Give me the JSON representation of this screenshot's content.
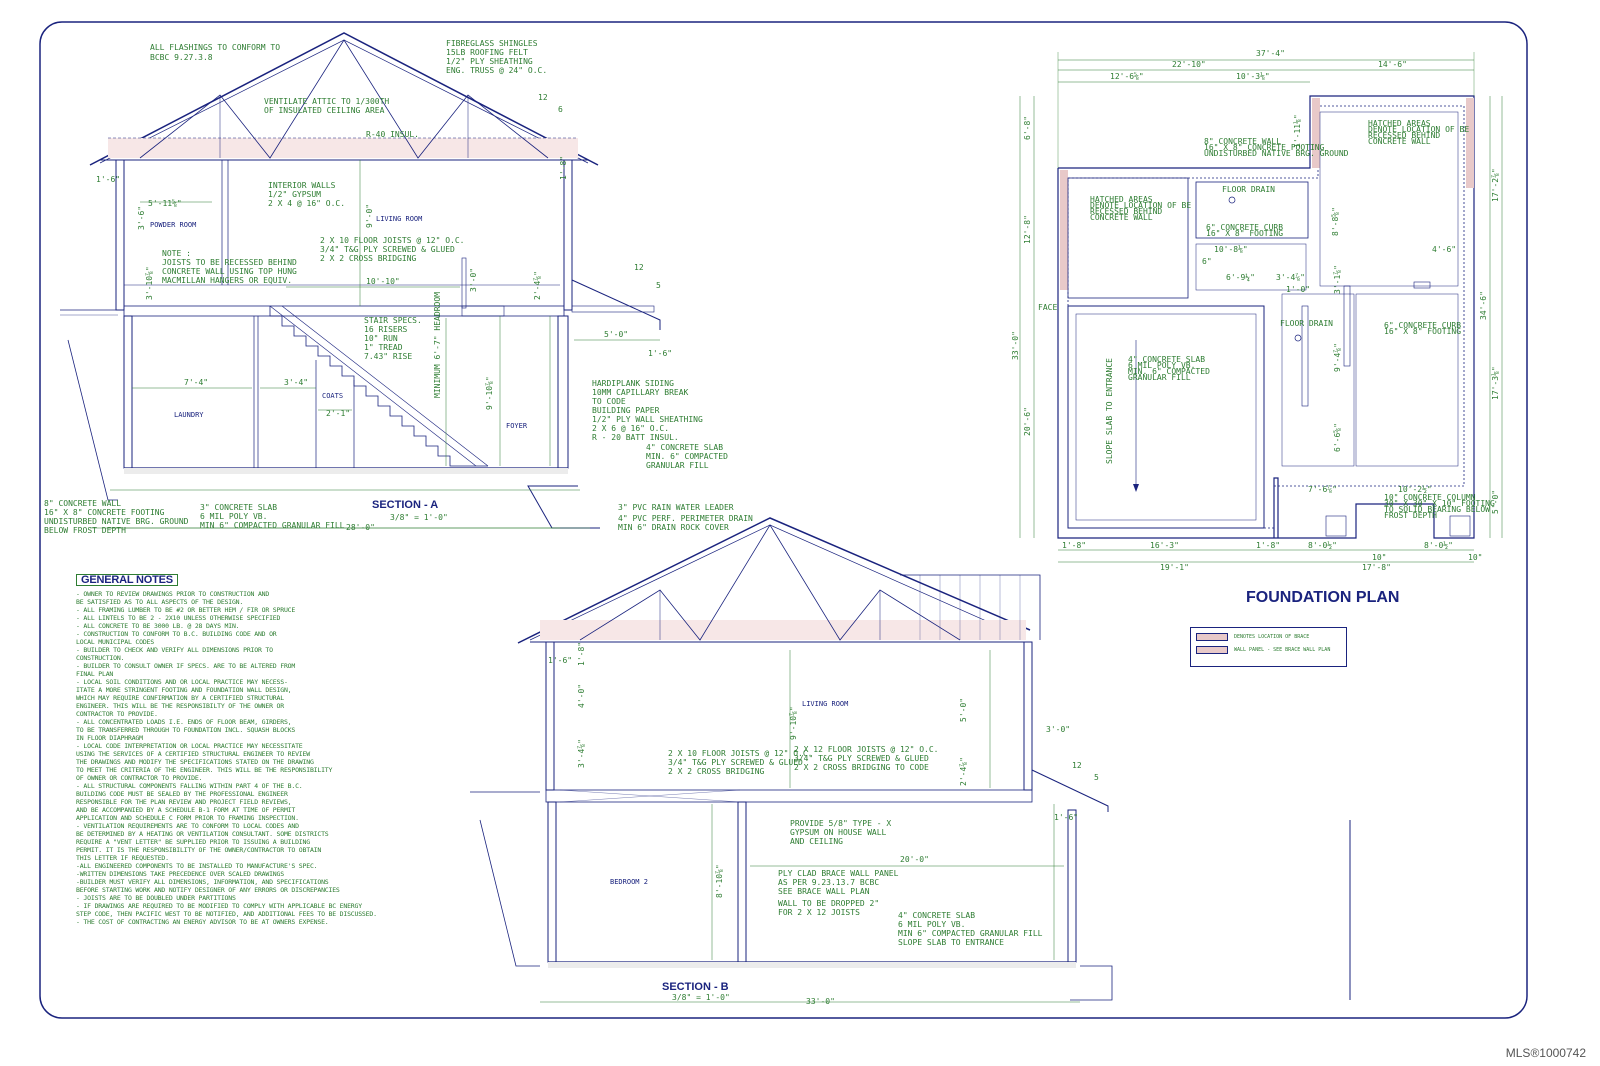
{
  "sheet_title": "FOUNDATION PLAN",
  "legend": {
    "items": [
      "DENOTES LOCATION OF BRACE",
      "WALL PANEL - SEE BRACE WALL PLAN"
    ]
  },
  "section_a": {
    "title": "SECTION - A",
    "scale": "3/8\" = 1'-0\"",
    "rooms": [
      "POWDER ROOM",
      "LIVING ROOM",
      "LAUNDRY",
      "COATS",
      "FOYER"
    ],
    "roof_note": [
      "FIBREGLASS SHINGLES",
      "15LB ROOFING FELT",
      "1/2\" PLY SHEATHING",
      "ENG. TRUSS @ 24\" O.C."
    ],
    "flashing_note": [
      "ALL FLASHINGS TO CONFORM TO",
      "BCBC 9.27.3.8"
    ],
    "attic_note": [
      "VENTILATE ATTIC TO 1/300TH",
      "OF INSULATED CEILING AREA"
    ],
    "insul": "R-40 INSUL.",
    "interior_walls": [
      "INTERIOR WALLS",
      "1/2\" GYPSUM",
      "2 X 4 @ 16\" O.C."
    ],
    "joist_note": [
      "NOTE :",
      "JOISTS TO BE RECESSED BEHIND",
      "CONCRETE WALL USING TOP HUNG",
      "MACMILLAN HANGERS OR EQUIV."
    ],
    "floor_joists": [
      "2 X 10 FLOOR JOISTS @ 12\" O.C.",
      "3/4\" T&G PLY SCREWED & GLUED",
      "2 X 2 CROSS BRIDGING"
    ],
    "stair": [
      "STAIR SPECS.",
      "16 RISERS",
      "10\" RUN",
      "1\" TREAD",
      "7.43\" RISE"
    ],
    "siding": [
      "HARDIPLANK SIDING",
      "10MM CAPILLARY BREAK",
      "TO CODE",
      "BUILDING PAPER",
      "1/2\" PLY WALL SHEATHING",
      "2 X 6 @ 16\" O.C.",
      "R - 20 BATT INSUL."
    ],
    "slab": [
      "4\" CONCRETE SLAB",
      "MIN. 6\" COMPACTED",
      "GRANULAR FILL"
    ],
    "wall": [
      "8\" CONCRETE WALL",
      "16\" X 8\" CONCRETE FOOTING",
      "UNDISTURBED NATIVE BRG. GROUND",
      "BELOW FROST DEPTH"
    ],
    "slab2": [
      "3\" CONCRETE SLAB",
      "6 MIL POLY VB.",
      "MIN 6\" COMPACTED GRANULAR FILL"
    ],
    "rwl": "3\" PVC RAIN WATER LEADER",
    "drain": [
      "4\" PVC PERF. PERIMETER DRAIN",
      "MIN 6\" DRAIN ROCK COVER"
    ],
    "headroom": "MINIMUM 6'-7\" HEADROOM",
    "dims": [
      "1'-6\"",
      "5'-11⅝\"",
      "3'-6\"",
      "9'-0\"",
      "10'-10\"",
      "7'-4\"",
      "3'-4\"",
      "2'-1\"",
      "3'-0\"",
      "5'-0\"",
      "1'-6\"",
      "9'-10⅞\"",
      "28'-0\"",
      "1'-8\"",
      "2'-4⅞\"",
      "3'-10⅞\""
    ]
  },
  "section_b": {
    "title": "SECTION - B",
    "scale": "3/8\" = 1'-0\"",
    "rooms": [
      "LIVING ROOM",
      "BEDROOM 2"
    ],
    "joists_left": [
      "2 X 10 FLOOR JOISTS @ 12\" O.C.",
      "3/4\" T&G PLY SCREWED & GLUED",
      "2 X 2 CROSS BRIDGING"
    ],
    "joists_right": [
      "2 X 12 FLOOR JOISTS @ 12\" O.C.",
      "3/4\" T&G PLY SCREWED & GLUED",
      "2 X 2 CROSS BRIDGING TO CODE"
    ],
    "gypsum": [
      "PROVIDE 5/8\" TYPE - X",
      "GYPSUM ON HOUSE WALL",
      "AND CEILING"
    ],
    "brace": [
      "PLY CLAD BRACE WALL PANEL",
      "AS PER 9.23.13.7 BCBC",
      "SEE BRACE WALL PLAN"
    ],
    "drop": [
      "WALL TO BE DROPPED 2\"",
      "FOR 2 X 12 JOISTS"
    ],
    "slab": [
      "4\" CONCRETE SLAB",
      "6 MIL POLY VB.",
      "MIN 6\" COMPACTED GRANULAR FILL",
      "SLOPE SLAB TO ENTRANCE"
    ],
    "dims": [
      "1'-6\"",
      "1'-8\"",
      "4'-0\"",
      "3'-4⅞\"",
      "9'-10⅞\"",
      "5'-0\"",
      "2'-4⅞\"",
      "3'-0\"",
      "1'-6\"",
      "20'-0\"",
      "8'-10⅞\"",
      "33'-0\""
    ]
  },
  "foundation": {
    "dims_top": [
      "37'-4\"",
      "22'-10\"",
      "14'-6\"",
      "12'-6⅝\"",
      "10'-3⅛\""
    ],
    "dims_bottom": [
      "1'-8\"",
      "16'-3\"",
      "1'-8\"",
      "8'-0½\"",
      "10\"",
      "8'-0½\"",
      "10\"",
      "19'-1\"",
      "17'-8\""
    ],
    "dims_left": [
      "6'-8\"",
      "12'-8\"",
      "33'-0\"",
      "20'-6\""
    ],
    "dims_right": [
      "17'-2⅞\"",
      "34'-6\"",
      "17'-3⅛\"",
      "5'-0\""
    ],
    "dims_inner": [
      "1'-11⅛\"",
      "10'-8⅛\"",
      "8'-8⅝\"",
      "4'-6\"",
      "3'-4⅞\"",
      "6\"",
      "6'-9¼\"",
      "3'-1⅞\"",
      "1'-0\"",
      "9'-4⅞\"",
      "6'-6⅝\"",
      "7'-6⅞\"",
      "10'-2½\""
    ],
    "notes": {
      "wall": [
        "8\" CONCRETE WALL",
        "16\" X 8\" CONCRETE FOOTING",
        "UNDISTURBED NATIVE BRG. GROUND"
      ],
      "hatched1": [
        "HATCHED AREAS",
        "DENOTE LOCATION OF BE",
        "RECESSED BEHIND",
        "CONCRETE WALL"
      ],
      "hatched2": [
        "HATCHED AREAS",
        "DENOTE LOCATION OF BE",
        "RECESSED BEHIND",
        "CONCRETE WALL"
      ],
      "curb1": [
        "6\" CONCRETE CURB",
        "16\" X 8\" FOOTING"
      ],
      "curb2": [
        "6\" CONCRETE CURB",
        "16\" X 8\" FOOTING"
      ],
      "drain1": "FLOOR DRAIN",
      "drain2": "FLOOR DRAIN",
      "slab": [
        "4\" CONCRETE SLAB",
        "6 MIL POLY VB.",
        "MIN. 6\" COMPACTED",
        "GRANULAR FILL"
      ],
      "slope": "SLOPE SLAB TO ENTRANCE",
      "column": [
        "10\" CONCRETE COLUMN",
        "30\" X 30\" X 10\" FOOTING",
        "TO SOLID BEARING BELOW",
        "FROST DEPTH"
      ],
      "face": "FACE"
    }
  },
  "general_notes": {
    "title": "GENERAL NOTES",
    "lines": [
      "- OWNER TO REVIEW DRAWINGS PRIOR TO CONSTRUCTION AND",
      "  BE SATISFIED AS TO ALL ASPECTS OF THE DESIGN.",
      "- ALL FRAMING LUMBER TO BE #2 OR BETTER HEM / FIR OR SPRUCE",
      "- ALL LINTELS TO BE 2 - 2X10 UNLESS OTHERWISE SPECIFIED",
      "- ALL CONCRETE TO BE 3000 LB. @ 28 DAYS MIN.",
      "- CONSTRUCTION TO CONFORM TO B.C. BUILDING CODE AND OR",
      "  LOCAL MUNICIPAL CODES",
      "- BUILDER TO CHECK AND VERIFY ALL DIMENSIONS PRIOR TO",
      "  CONSTRUCTION.",
      "- BUILDER TO CONSULT OWNER IF SPECS. ARE TO BE ALTERED FROM",
      "  FINAL PLAN",
      "- LOCAL SOIL CONDITIONS AND OR LOCAL PRACTICE MAY NECESS-",
      "  ITATE A MORE STRINGENT FOOTING AND FOUNDATION WALL DESIGN,",
      "  WHICH MAY REQUIRE CONFIRMATION BY A CERTIFIED STRUCTURAL",
      "  ENGINEER. THIS WILL BE THE RESPONSIBILTY OF THE OWNER OR",
      "  CONTRACTOR TO PROVIDE.",
      "- ALL CONCENTRATED LOADS I.E. ENDS OF FLOOR BEAM, GIRDERS,",
      "  TO BE TRANSFERRED THROUGH TO FOUNDATION INCL. SQUASH BLOCKS",
      "  IN FLOOR DIAPHRAGM",
      "- LOCAL CODE INTERPRETATION OR LOCAL PRACTICE MAY NECESSITATE",
      "  USING THE SERVICES OF A CERTIFIED STRUCTURAL ENGINEER TO REVIEW",
      "  THE DRAWINGS AND MODIFY THE SPECIFICATIONS STATED ON THE DRAWING",
      "  TO MEET THE CRITERIA OF THE ENGINEER. THIS WILL BE THE RESPONSIBILITY",
      "  OF OWNER OR CONTRACTOR TO PROVIDE.",
      "- ALL STRUCTURAL COMPONENTS FALLING WITHIN PART 4 OF THE B.C.",
      "  BUILDING CODE MUST BE SEALED BY THE PROFESSIONAL ENGINEER",
      "  RESPONSIBLE FOR THE PLAN REVIEW AND PROJECT FIELD REVIEWS,",
      "  AND BE ACCOMPANIED BY A SCHEDULE B-1 FORM AT TIME OF PERMIT",
      "  APPLICATION AND SCHEDULE C FORM PRIOR TO FRAMING INSPECTION.",
      "- VENTILATION REQUIREMENTS ARE TO CONFORM TO LOCAL CODES AND",
      "  BE DETERMINED BY A HEATING OR VENTILATION CONSULTANT. SOME DISTRICTS",
      "  REQUIRE A \"VENT LETTER\" BE SUPPLIED PRIOR TO ISSUING A BUILDING",
      "  PERMIT. IT IS THE RESPONSIBILITY OF THE OWNER/CONTRACTOR TO OBTAIN",
      "  THIS LETTER IF REQUESTED.",
      "-ALL ENGINEERED COMPONENTS TO BE INSTALLED TO MANUFACTURE'S SPEC.",
      "-WRITTEN DIMENSIONS TAKE PRECEDENCE OVER SCALED DRAWINGS",
      "-BUILDER MUST VERIFY ALL DIMENSIONS, INFORMATION, AND SPECIFICATIONS",
      "  BEFORE STARTING WORK AND NOTIFY DESIGNER OF ANY ERRORS OR DISCREPANCIES",
      "- JOISTS ARE TO BE DOUBLED UNDER PARTITIONS",
      "- IF DRAWINGS ARE REQUIRED TO BE MODIFIED TO COMPLY WITH APPLICABLE BC ENERGY",
      "  STEP CODE, THEN PACIFIC WEST TO BE NOTIFIED, AND ADDITIONAL FEES TO BE DISCUSSED.",
      "- THE COST OF CONTRACTING AN ENERGY ADVISOR TO BE AT OWNERS EXPENSE."
    ]
  },
  "pitch_marks": [
    "12",
    "6",
    "12",
    "5",
    "12",
    "5"
  ],
  "watermark": "MLS®1000742"
}
